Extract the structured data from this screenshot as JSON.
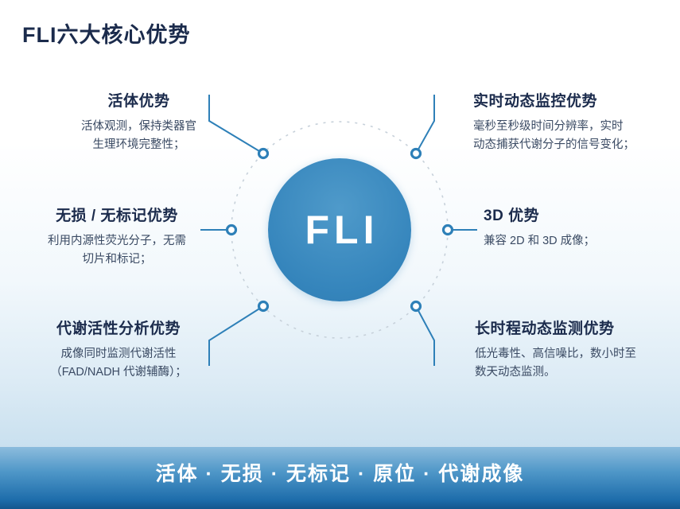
{
  "page": {
    "title": "FLI六大核心优势"
  },
  "center": {
    "label": "FLI"
  },
  "advantages": [
    {
      "title": "活体优势",
      "desc_lines": [
        "活体观测，保持类器官",
        "生理环境完整性；"
      ]
    },
    {
      "title": "实时动态监控优势",
      "desc_lines": [
        "毫秒至秒级时间分辨率，实时",
        "动态捕获代谢分子的信号变化；"
      ]
    },
    {
      "title": "无损 / 无标记优势",
      "desc_lines": [
        "利用内源性荧光分子，无需",
        "切片和标记；"
      ]
    },
    {
      "title": "3D 优势",
      "desc_lines": [
        "兼容 2D 和 3D 成像；"
      ]
    },
    {
      "title": "代谢活性分析优势",
      "desc_lines": [
        "成像同时监测代谢活性",
        "（FAD/NADH 代谢辅酶）；"
      ]
    },
    {
      "title": "长时程动态监测优势",
      "desc_lines": [
        "低光毒性、高信噪比，数小时至",
        "数天动态监测。"
      ]
    }
  ],
  "banner": {
    "text": "活体 · 无损 · 无标记 · 原位 · 代谢成像"
  },
  "colors": {
    "accent": "#2e80b8",
    "title_color": "#1b2b4c",
    "heading_color": "#1b2b4c",
    "desc_color": "#3a4a63",
    "dashed": "#c7d1da"
  }
}
